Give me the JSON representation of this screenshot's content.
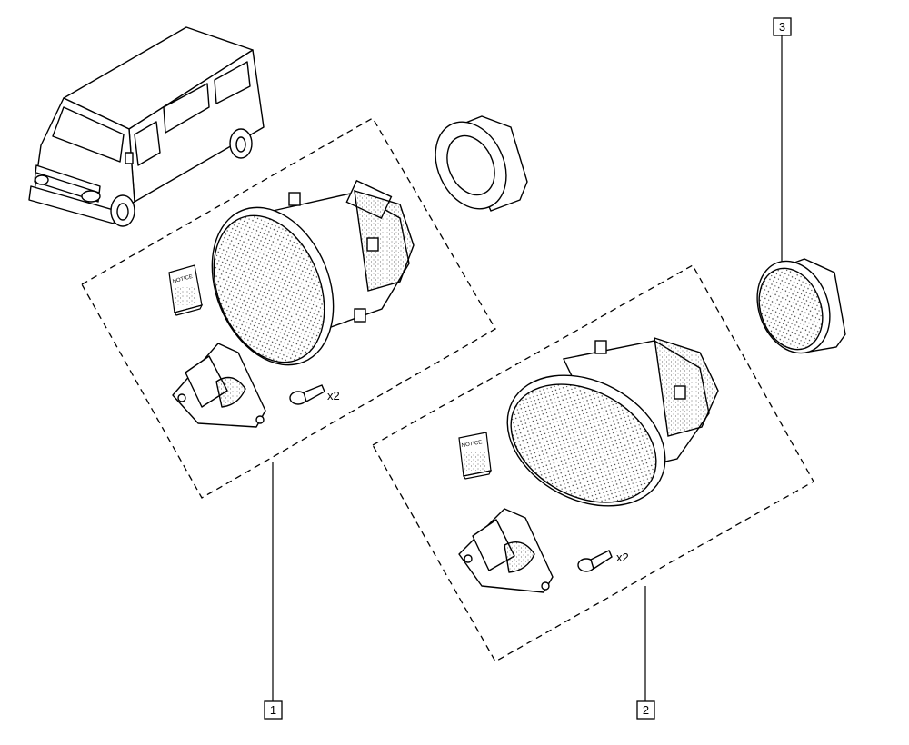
{
  "callouts": {
    "kit_1": "1",
    "kit_2": "2",
    "part_3": "3"
  },
  "quantity_labels": {
    "screws_kit_1": "x2",
    "screws_kit_2": "x2"
  },
  "notice_labels": {
    "kit_1": "NOTICE",
    "kit_2": "NOTICE"
  },
  "icons": [
    "van-icon",
    "headlamp-icon",
    "mounting-ring-icon",
    "bracket-icon",
    "screw-icon",
    "notice-booklet-icon"
  ]
}
